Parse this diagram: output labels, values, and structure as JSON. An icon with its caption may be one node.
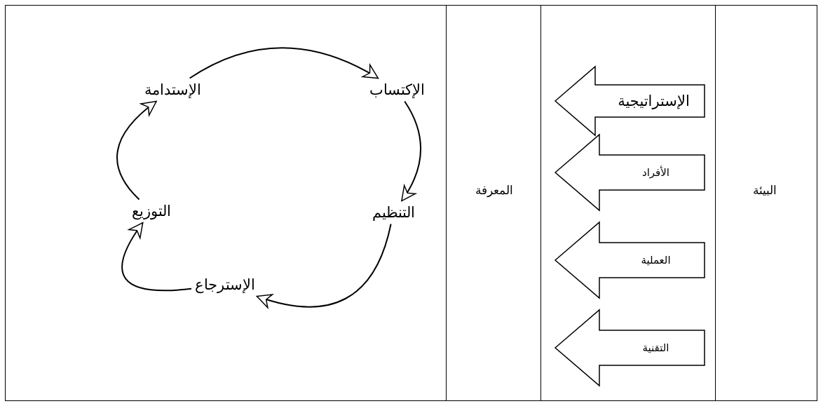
{
  "diagram": {
    "nodes": [
      {
        "text": [
          "البيئة"
        ]
      },
      {
        "text": [],
        "shape": "box"
      },
      {
        "text": [
          "الإستراتيجية"
        ],
        "in": 1
      },
      {
        "text": [
          "الأفراد"
        ],
        "in": 1
      },
      {
        "text": [
          "العملية"
        ],
        "in": 1
      },
      {
        "text": [
          "التقنية"
        ],
        "in": 1
      },
      {
        "text": [
          "المعرفة"
        ]
      },
      {
        "text": [],
        "shape": "box"
      },
      {
        "text": [
          "الإكتساب"
        ],
        "in": 7
      },
      {
        "text": [
          "الإستدامة"
        ],
        "in": 7
      },
      {
        "text": [
          "التنظيم"
        ],
        "in": 7
      },
      {
        "text": [
          "التوزيع"
        ],
        "in": 7
      },
      {
        "text": [
          "الإسترجاع"
        ],
        "in": 7
      }
    ],
    "edges": [
      {
        "from": 9,
        "to": 8,
        "arrow": "to"
      },
      {
        "from": 8,
        "to": 10,
        "arrow": "to"
      },
      {
        "from": 10,
        "to": 12,
        "arrow": "to"
      },
      {
        "from": 12,
        "to": 11,
        "arrow": "to"
      },
      {
        "from": 11,
        "to": 9,
        "arrow": "to"
      }
    ]
  }
}
